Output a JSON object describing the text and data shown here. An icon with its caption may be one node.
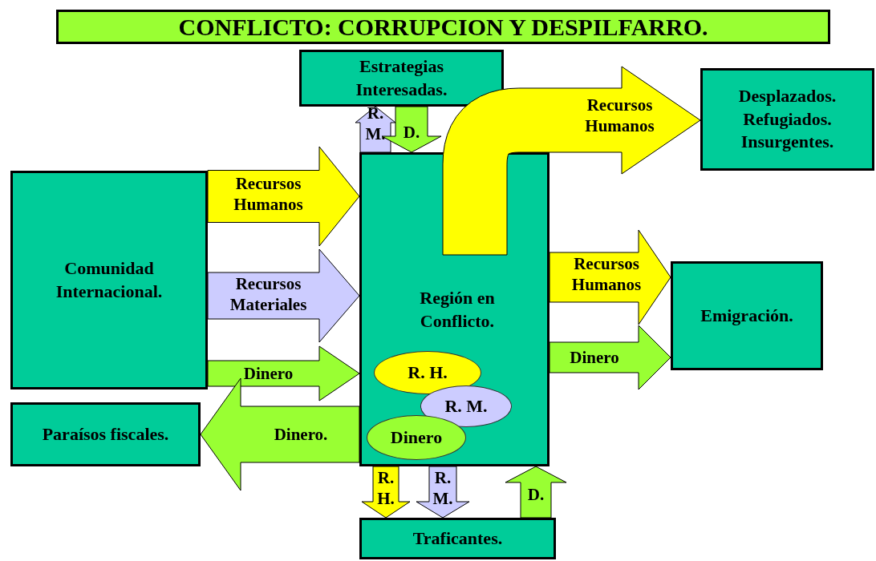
{
  "diagram": {
    "title": "CONFLICTO: CORRUPCION Y DESPILFARRO.",
    "nodes": [
      {
        "text": [
          "Estrategias Interesadas."
        ]
      },
      {
        "text": [
          "Desplazados. Refugiados. Insurgentes."
        ]
      },
      {
        "text": [
          "Comunidad Internacional."
        ]
      },
      {
        "text": [
          "Región en Conflicto."
        ]
      },
      {
        "text": [
          "Emigración."
        ]
      },
      {
        "text": [
          "Paraísos fiscales."
        ]
      },
      {
        "text": [
          "Traficantes."
        ]
      },
      {
        "text": [
          "R. H."
        ],
        "in": 3
      },
      {
        "text": [
          "R. M."
        ],
        "in": 3
      },
      {
        "text": [
          "Dinero"
        ],
        "in": 3
      }
    ],
    "edges": [
      {
        "from": 3,
        "to": 0,
        "arrow": "to",
        "label": "R. M.",
        "style": "thick",
        "color": "#ccccff"
      },
      {
        "from": 0,
        "to": 3,
        "arrow": "to",
        "label": "D.",
        "style": "thick",
        "color": "#99ff33"
      },
      {
        "from": 3,
        "to": 1,
        "arrow": "to",
        "label": "Recursos Humanos",
        "style": "thick",
        "color": "#ffff00"
      },
      {
        "from": 2,
        "to": 3,
        "arrow": "to",
        "label": "Recursos Humanos",
        "style": "thick",
        "color": "#ffff00"
      },
      {
        "from": 2,
        "to": 3,
        "arrow": "to",
        "label": "Recursos Materiales",
        "style": "thick",
        "color": "#ccccff"
      },
      {
        "from": 2,
        "to": 3,
        "arrow": "to",
        "label": "Dinero",
        "style": "thick",
        "color": "#99ff33"
      },
      {
        "from": 3,
        "to": 5,
        "arrow": "to",
        "label": "Dinero.",
        "style": "thick",
        "color": "#99ff33"
      },
      {
        "from": 3,
        "to": 4,
        "arrow": "to",
        "label": "Recursos Humanos",
        "style": "thick",
        "color": "#ffff00"
      },
      {
        "from": 3,
        "to": 4,
        "arrow": "to",
        "label": "Dinero",
        "style": "thick",
        "color": "#99ff33"
      },
      {
        "from": 3,
        "to": 6,
        "arrow": "to",
        "label": "R. H.",
        "style": "thick",
        "color": "#ffff00"
      },
      {
        "from": 3,
        "to": 6,
        "arrow": "to",
        "label": "R. M.",
        "style": "thick",
        "color": "#ccccff"
      },
      {
        "from": 6,
        "to": 3,
        "arrow": "to",
        "label": "D.",
        "style": "thick",
        "color": "#99ff33"
      }
    ]
  }
}
